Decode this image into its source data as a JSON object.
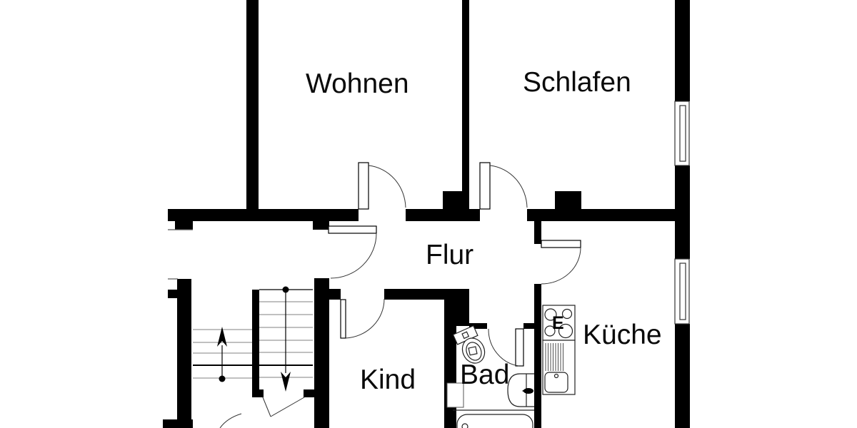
{
  "floorplan": {
    "background_color": "#ffffff",
    "wall_color": "#000000",
    "thin_line_color": "#555555",
    "tread_line_color": "#808080",
    "rooms": {
      "wohnen": "Wohnen",
      "schlafen": "Schlafen",
      "flur": "Flur",
      "kind": "Kind",
      "bad": "Bad",
      "kueche": "Küche"
    },
    "kitchen": {
      "stove_label": "E"
    },
    "fixture_names": [
      "staircase-up-arrow",
      "staircase-down-arrow",
      "toilet",
      "washbasin",
      "bathtub",
      "stove",
      "kitchen-sink",
      "window",
      "door-swing"
    ],
    "counts": {
      "windows": 2,
      "door_swings": 6
    }
  }
}
